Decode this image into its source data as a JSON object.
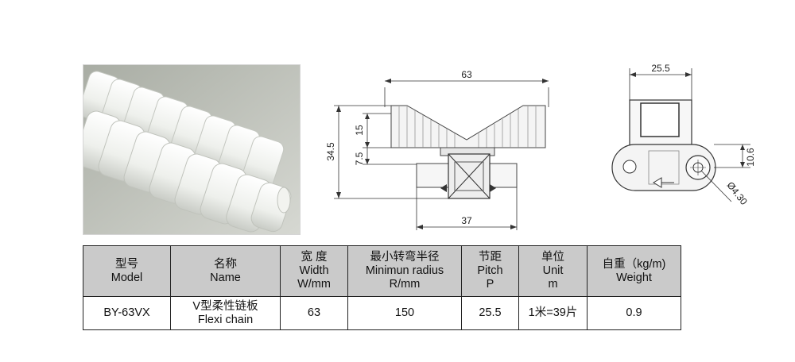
{
  "front_view": {
    "dim_width": "63",
    "dim_height": "34.5",
    "dim_top": "15",
    "dim_mid": "7.5",
    "dim_bottom": "37"
  },
  "side_view": {
    "dim_width": "25.5",
    "dim_height": "10.6",
    "dim_hole": "Ø4.30"
  },
  "table": {
    "headers": [
      {
        "zh": "型号",
        "en": "Model"
      },
      {
        "zh": "名称",
        "en": "Name"
      },
      {
        "zh": "宽 度",
        "en": "Width",
        "unit": "W/mm"
      },
      {
        "zh": "最小转弯半径",
        "en": "Minimun radius",
        "unit": "R/mm"
      },
      {
        "zh": "节距",
        "en": "Pitch",
        "unit": "P"
      },
      {
        "zh": "单位",
        "en": "Unit",
        "unit": "m"
      },
      {
        "zh": "自重（kg/m)",
        "en": "Weight"
      }
    ],
    "row": {
      "model": "BY-63VX",
      "name_zh": "V型柔性链板",
      "name_en": "Flexi chain",
      "width": "63",
      "radius": "150",
      "pitch": "25.5",
      "unit": "1米=39片",
      "weight": "0.9"
    }
  }
}
